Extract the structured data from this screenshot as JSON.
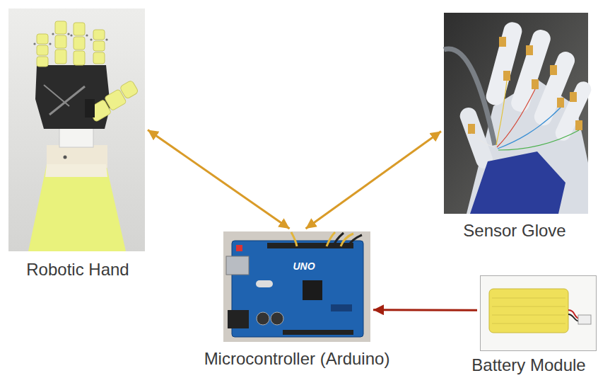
{
  "diagram": {
    "nodes": [
      {
        "text": [
          "Robotic Hand"
        ]
      },
      {
        "text": [
          "Sensor Glove"
        ]
      },
      {
        "text": [
          "Microcontroller (Arduino)"
        ]
      },
      {
        "text": [
          "Battery Module"
        ]
      }
    ],
    "edges": [
      {
        "from": 0,
        "to": 2,
        "arrow": "both"
      },
      {
        "from": 1,
        "to": 2,
        "arrow": "both"
      },
      {
        "from": 3,
        "to": 2,
        "arrow": "to"
      }
    ],
    "labels": [
      "UNO"
    ]
  }
}
